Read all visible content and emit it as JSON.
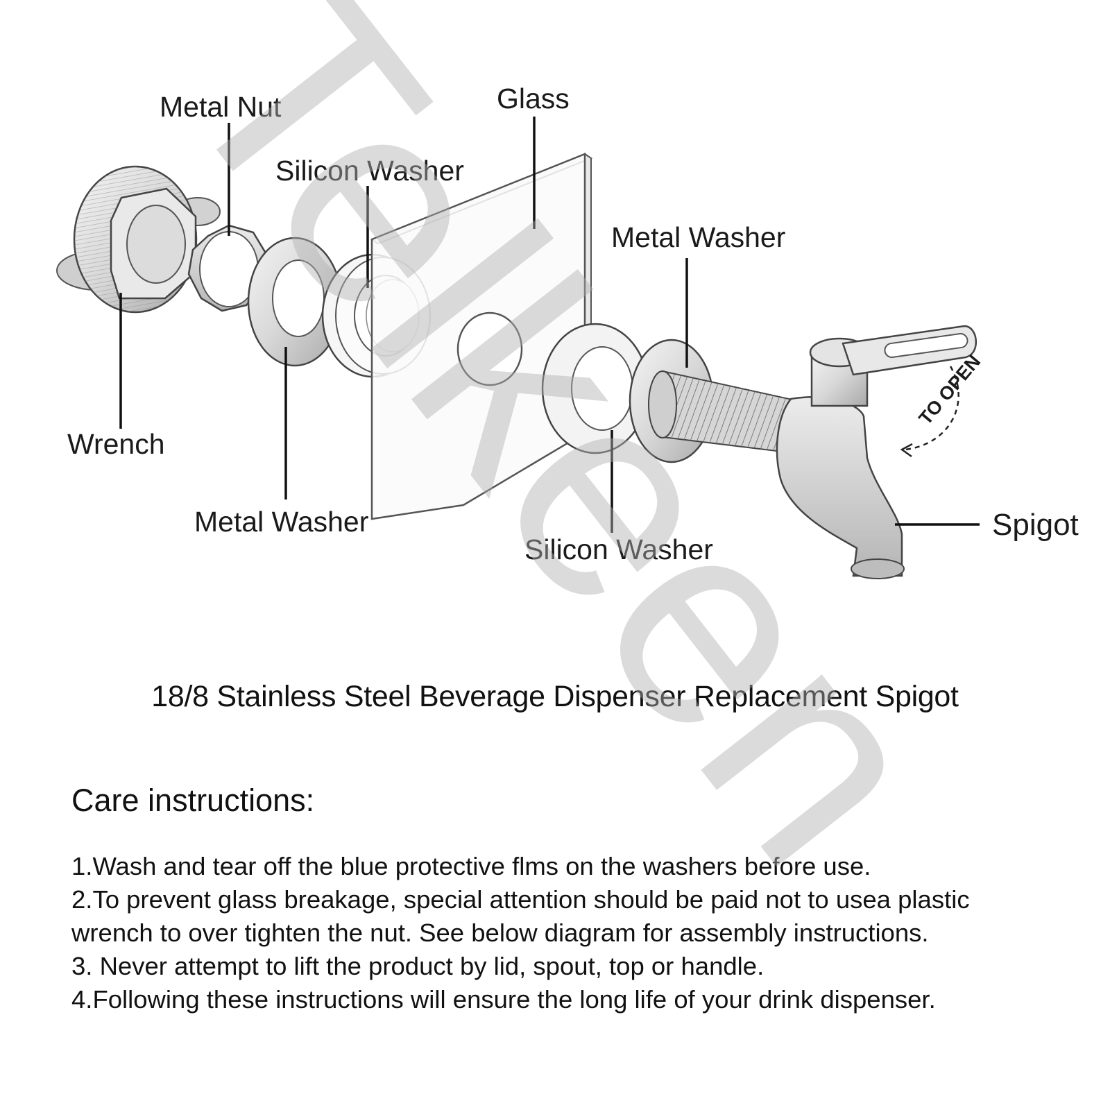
{
  "labels": {
    "metal_nut": "Metal Nut",
    "glass": "Glass",
    "silicon_washer_back": "Silicon Washer",
    "metal_washer_front": "Metal Washer",
    "wrench": "Wrench",
    "metal_washer_back": "Metal Washer",
    "silicon_washer_front": "Silicon Washer",
    "spigot": "Spigot",
    "to_open": "TO OPEN"
  },
  "title": "18/8 Stainless Steel Beverage Dispenser Replacement Spigot",
  "care": {
    "heading": "Care instructions:",
    "items": [
      "1.Wash and tear off the blue protective flms on the washers before use.",
      "2.To prevent glass breakage, special attention should be paid not to usea plastic",
      "wrench to over tighten the nut. See below diagram for assembly instructions.",
      "3. Never attempt to lift the product by lid, spout, top or handle.",
      "4.Following these instructions will ensure the long life of your drink dispenser."
    ]
  },
  "watermark": "Telkeen"
}
